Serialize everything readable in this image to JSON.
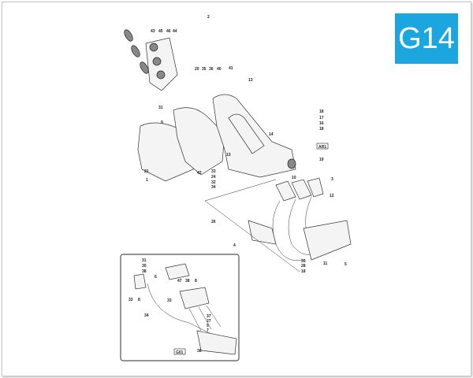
{
  "badge": {
    "code": "G14",
    "color": "#1ba6df"
  },
  "labels": [
    "2",
    "43",
    "45",
    "46",
    "44",
    "20",
    "35",
    "36",
    "40",
    "41",
    "13",
    "31",
    "9",
    "21",
    "42",
    "1",
    "13",
    "33",
    "24",
    "32",
    "34",
    "14",
    "18",
    "17",
    "16",
    "18",
    "19",
    "3",
    "10",
    "12",
    "26",
    "4",
    "11",
    "5",
    "39",
    "28",
    "18"
  ],
  "callouts": {
    "main": "AR1",
    "inset": "G01"
  },
  "inset_labels": [
    "31",
    "30",
    "38",
    "6",
    "33",
    "8",
    "47",
    "38",
    "8",
    "33",
    "34",
    "37",
    "27",
    "5",
    "7",
    "38"
  ]
}
